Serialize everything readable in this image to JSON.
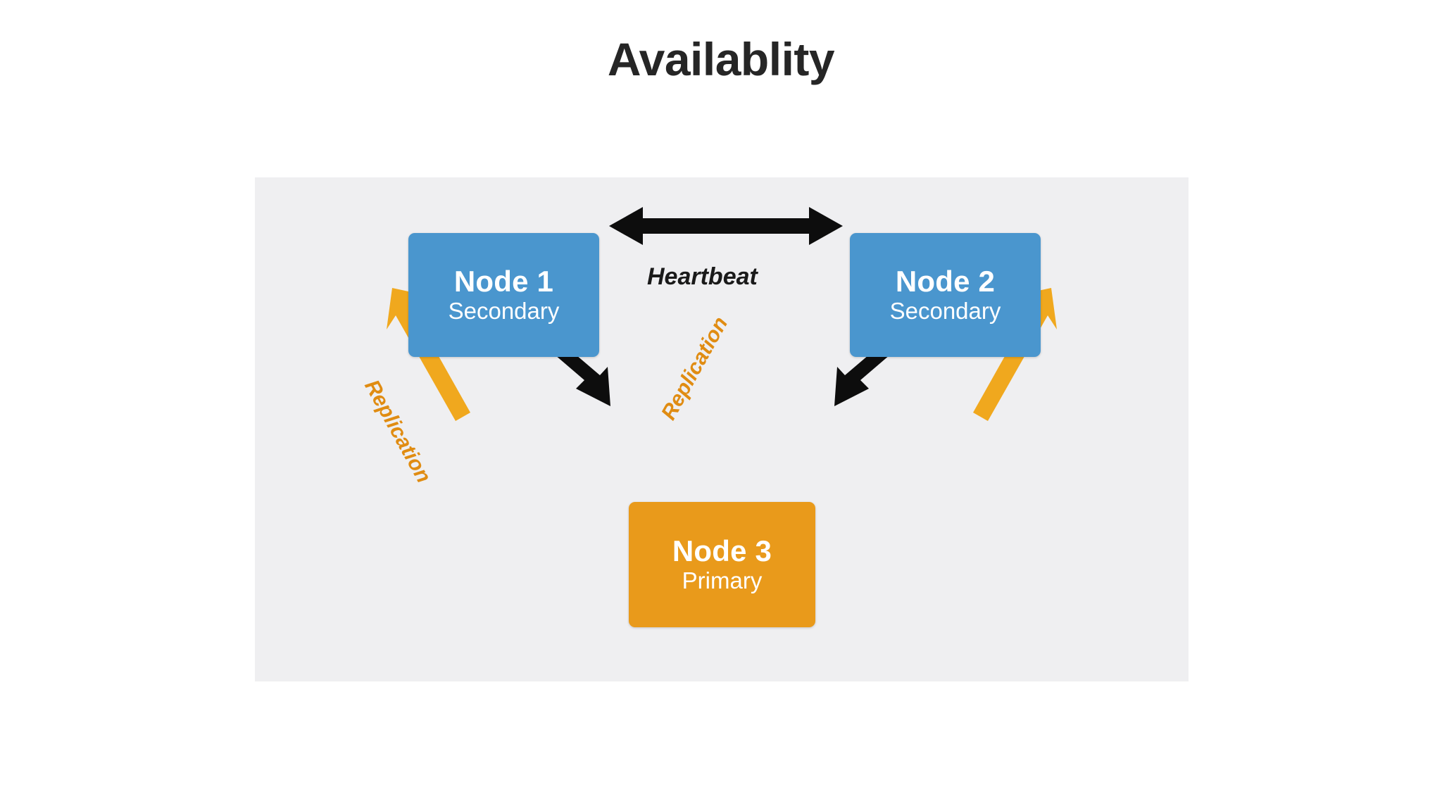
{
  "slide": {
    "title": "Availablity",
    "background_color": "#ffffff",
    "panel_color": "#efeff1"
  },
  "colors": {
    "secondary_node": "#4a96ce",
    "primary_node": "#e99a1b",
    "heartbeat_arrow": "#0d0d0d",
    "replication_arrow": "#f0a81e",
    "replication_text": "#e08c12",
    "title_text": "#262626",
    "node_text": "#ffffff"
  },
  "diagram": {
    "nodes": [
      {
        "id": "node-1",
        "title": "Node 1",
        "role": "Secondary",
        "color": "#4a96ce"
      },
      {
        "id": "node-2",
        "title": "Node 2",
        "role": "Secondary",
        "color": "#4a96ce"
      },
      {
        "id": "node-3",
        "title": "Node 3",
        "role": "Primary",
        "color": "#e99a1b"
      }
    ],
    "connections": [
      {
        "id": "heartbeat-node1-node2",
        "label": "Heartbeat",
        "style": "double-arrow",
        "color": "#0d0d0d",
        "from": "Node 1",
        "to": "Node 2"
      },
      {
        "id": "heartbeat-node1-node3",
        "label": "Heartbeat",
        "style": "double-arrow",
        "color": "#0d0d0d",
        "from": "Node 1",
        "to": "Node 3"
      },
      {
        "id": "heartbeat-node2-node3",
        "label": "Heartbeat",
        "style": "double-arrow",
        "color": "#0d0d0d",
        "from": "Node 2",
        "to": "Node 3"
      },
      {
        "id": "replication-node3-node1",
        "label": "Replication",
        "style": "single-arrow",
        "color": "#f0a81e",
        "from": "Node 3",
        "to": "Node 1"
      },
      {
        "id": "replication-node3-node2",
        "label": "Replication",
        "style": "single-arrow",
        "color": "#f0a81e",
        "from": "Node 3",
        "to": "Node 2"
      }
    ],
    "labels": {
      "heartbeat": "Heartbeat",
      "replication_left": "Replication",
      "replication_right": "Replication"
    }
  }
}
